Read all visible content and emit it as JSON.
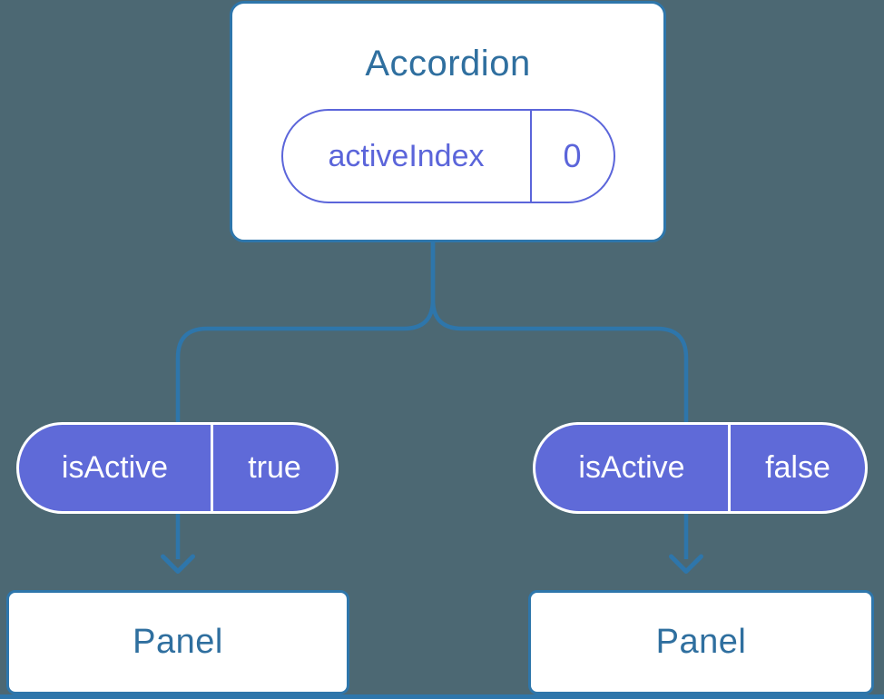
{
  "colors": {
    "background": "#4C6873",
    "connector": "#2E76AB",
    "purple": "#5F6AD8",
    "purple_outline": "#5B65DA",
    "heading": "#2F6F9F",
    "card_bg": "#FFFFFF"
  },
  "tree": {
    "root": {
      "title": "Accordion",
      "state": {
        "label": "activeIndex",
        "value": "0"
      }
    },
    "children": [
      {
        "prop": {
          "label": "isActive",
          "value": "true"
        },
        "node": {
          "title": "Panel"
        }
      },
      {
        "prop": {
          "label": "isActive",
          "value": "false"
        },
        "node": {
          "title": "Panel"
        }
      }
    ]
  }
}
